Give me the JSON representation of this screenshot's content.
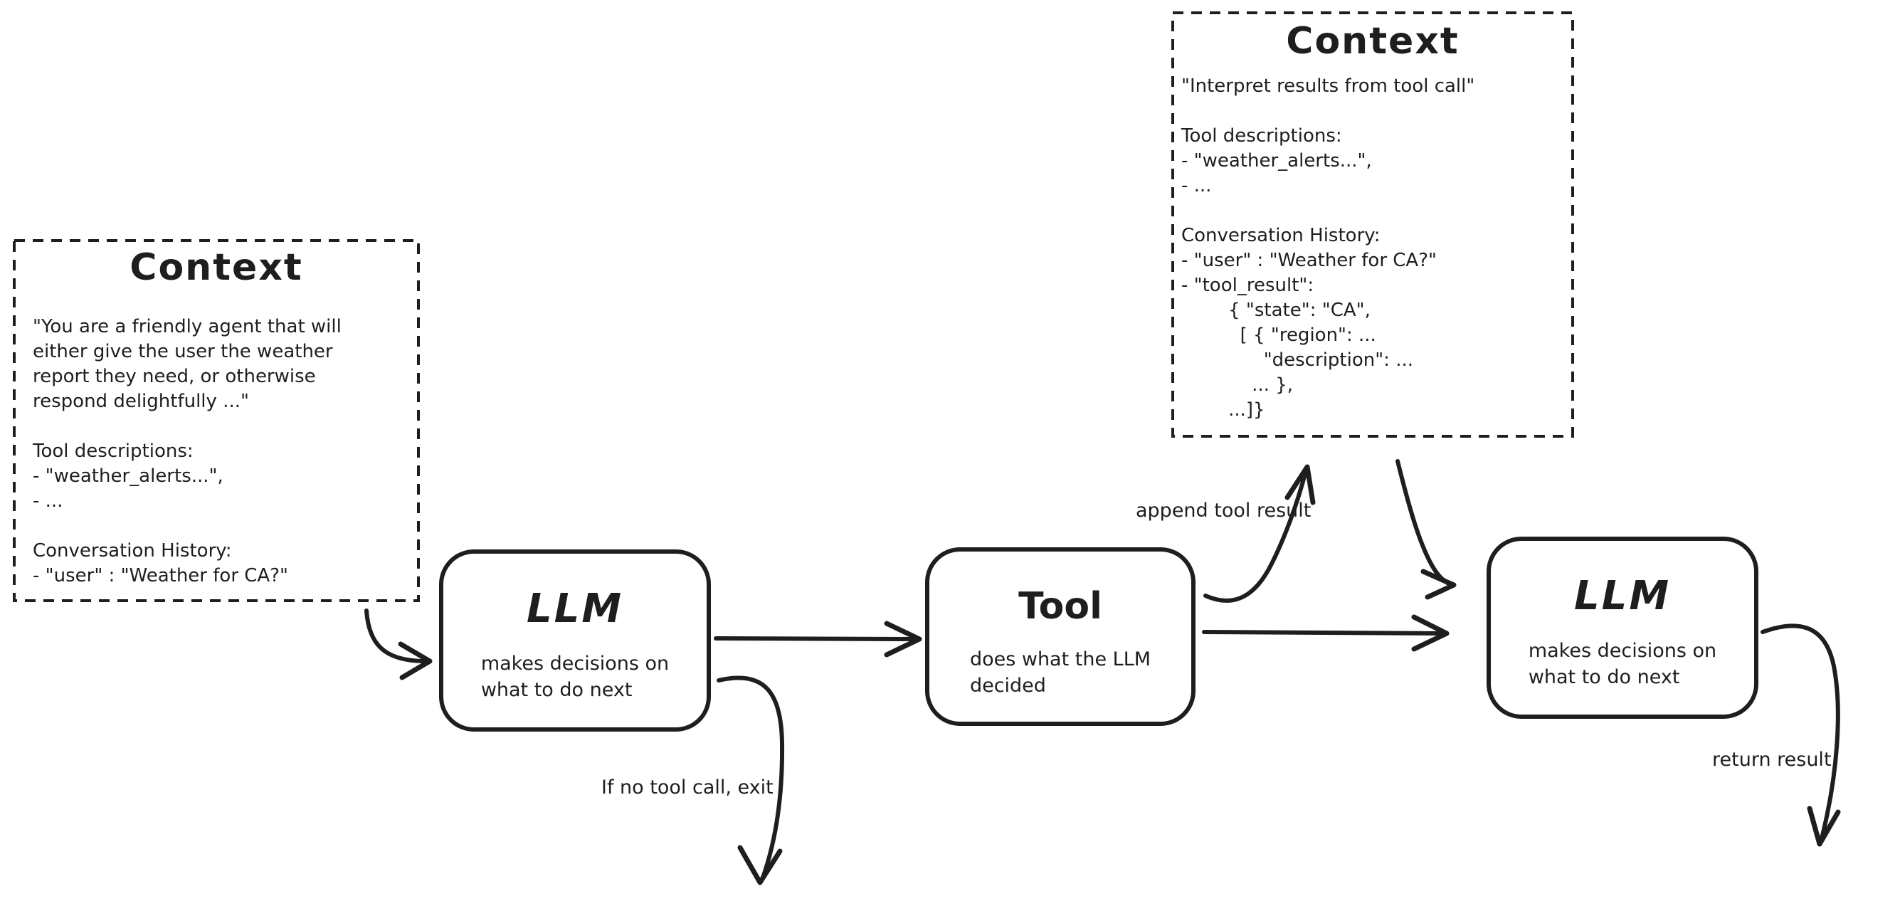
{
  "canvas": {
    "background": "#ffffff",
    "stroke_color": "#1e1e1e"
  },
  "context_box_1": {
    "title": "Context",
    "body_lines": [
      "\"You are a friendly agent that will",
      "either give the user the weather",
      "report they need, or otherwise",
      "respond delightfully ...\"",
      "",
      "Tool descriptions:",
      "- \"weather_alerts...\",",
      "- ...",
      "",
      "Conversation History:",
      "- \"user\" : \"Weather for CA?\""
    ]
  },
  "context_box_2": {
    "title": "Context",
    "body_lines": [
      "\"Interpret results from tool call\"",
      "",
      "Tool descriptions:",
      "- \"weather_alerts...\",",
      "- ...",
      "",
      "Conversation History:",
      "- \"user\" : \"Weather for CA?\"",
      "- \"tool_result\":",
      "        { \"state\": \"CA\",",
      "          [ { \"region\": ...",
      "              \"description\": ...",
      "            ... },",
      "        ...]}"
    ]
  },
  "nodes": {
    "llm_1": {
      "title": "LLM",
      "subtitle_lines": [
        "makes decisions on",
        "what to do next"
      ]
    },
    "tool": {
      "title": "Tool",
      "subtitle_lines": [
        "does what the LLM",
        "decided"
      ]
    },
    "llm_2": {
      "title": "LLM",
      "subtitle_lines": [
        "makes decisions on",
        "what to do next"
      ]
    }
  },
  "edge_labels": {
    "append_tool_result": "append tool result",
    "if_no_tool_call_exit": "If no tool call, exit",
    "return_result": "return result"
  }
}
